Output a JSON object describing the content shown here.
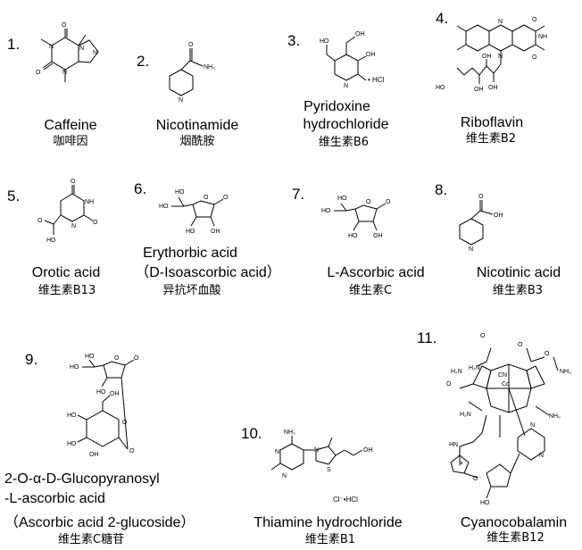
{
  "compounds": [
    {
      "num": "1.",
      "name": "Caffeine",
      "cn": "咖啡因"
    },
    {
      "num": "2.",
      "name": "Nicotinamide",
      "cn": "烟酰胺"
    },
    {
      "num": "3.",
      "name_line1": "Pyridoxine",
      "name_line2": "hydrochloride",
      "cn": "维生素B6",
      "salt": "• HCl"
    },
    {
      "num": "4.",
      "name": "Riboflavin",
      "cn": "维生素B2"
    },
    {
      "num": "5.",
      "name": "Orotic acid",
      "cn": "维生素B13"
    },
    {
      "num": "6.",
      "name_line1": "Erythorbic acid",
      "name_line2": "（D-Isoascorbic acid）",
      "cn": "异抗坏血酸"
    },
    {
      "num": "7.",
      "name": "L-Ascorbic acid",
      "cn": "维生素C"
    },
    {
      "num": "8.",
      "name": "Nicotinic acid",
      "cn": "维生素B3"
    },
    {
      "num": "9.",
      "name_line1": "2-O-α-D-Glucopyranosyl",
      "name_line2": "-L-ascorbic acid",
      "name_line3": "（Ascorbic acid 2-glucoside）",
      "cn": "维生素C糖苷"
    },
    {
      "num": "10.",
      "name": "Thiamine hydrochloride",
      "cn": "维生素B1",
      "salt": "Cl⁻•HCl"
    },
    {
      "num": "11.",
      "name": "Cyanocobalamin",
      "cn": "维生素B12"
    }
  ]
}
